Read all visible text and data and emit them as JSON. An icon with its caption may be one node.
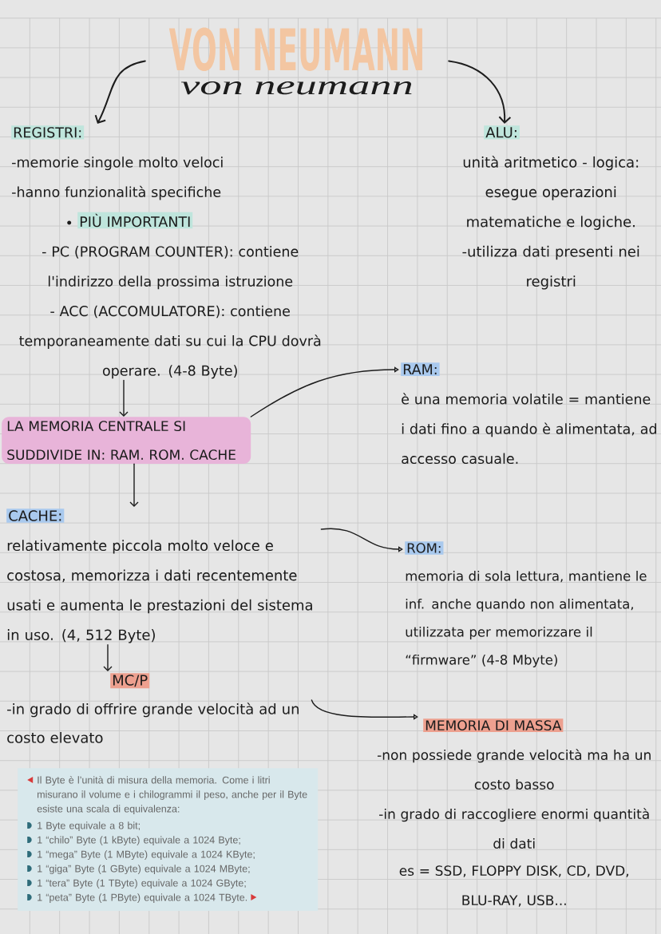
{
  "diagram": {
    "nodes": [
      {
        "text": [
          "VON NEUMANN",
          "von neumann"
        ]
      },
      {
        "text": [
          "REGISTRI:",
          "-memorie singole molto veloci",
          "-hanno funzionalità specifiche",
          "PIÙ IMPORTANTI",
          "- PC (PROGRAM COUNTER): contiene l'indirizzo della prossima istruzione",
          "- ACC (ACCOMULATORE): contiene temporaneamente dati su cui la CPU dovrà operare. (4-8 Byte)"
        ]
      },
      {
        "text": [
          "ALU:",
          "unità aritmetico - logica: esegue operazioni matematiche e logiche.",
          "-utilizza dati presenti nei registri"
        ]
      },
      {
        "text": [
          "LA MEMORIA CENTRALE SI SUDDIVIDE IN: RAM. ROM. CACHE"
        ]
      },
      {
        "text": [
          "RAM:",
          "è una memoria volatile = mantiene i dati fino a quando è alimentata, ad accesso casuale."
        ]
      },
      {
        "text": [
          "CACHE:",
          "relativamente piccola molto veloce e costosa, memorizza i dati recentemente usati e aumenta le prestazioni del sistema in uso. (4, 512 Byte)"
        ]
      },
      {
        "text": [
          "ROM:",
          "memoria di sola lettura, mantiene le inf. anche quando non alimentata, utilizzata per memorizzare il “firmware” (4-8 Mbyte)"
        ]
      },
      {
        "text": [
          "MC/P",
          "-in grado di offrire grande velocità ad un costo elevato"
        ]
      },
      {
        "text": [
          "MEMORIA DI MASSA",
          "-non possiede grande velocità ma ha un costo basso",
          "-in grado di raccogliere enormi quantità di dati"
        ]
      },
      {
        "text": [
          "Il Byte è l’unità di misura della memoria. Come i litri misurano il volume e i chilogrammi il peso, anche per il Byte esiste una scala di equivalenza:",
          "1 Byte equivale a 8 bit;",
          "1 “chilo” Byte (1 kByte) equivale a 1024 Byte;",
          "1 “mega” Byte (1 MByte) equivale a 1024 KByte;",
          "1 “giga” Byte (1 GByte) equivale a 1024 MByte;",
          "1 “tera” Byte (1 TByte) equivale a 1024 GByte;",
          "1 “peta” Byte (1 PByte) equivale a 1024 TByte."
        ]
      }
    ],
    "edges": [
      {
        "from": 0,
        "to": 1,
        "arrow": "to"
      },
      {
        "from": 0,
        "to": 2,
        "arrow": "to"
      },
      {
        "from": 1,
        "to": 3,
        "arrow": "to"
      },
      {
        "from": 3,
        "to": 4,
        "arrow": "to"
      },
      {
        "from": 3,
        "to": 5,
        "arrow": "to"
      },
      {
        "from": 5,
        "to": 6,
        "arrow": "to"
      },
      {
        "from": 5,
        "to": 7,
        "arrow": "to"
      },
      {
        "from": 7,
        "to": 8,
        "arrow": "to"
      }
    ],
    "labels": [
      "es = SSD, FLOPPY DISK, CD, DVD, BLU-RAY, USB..."
    ]
  }
}
